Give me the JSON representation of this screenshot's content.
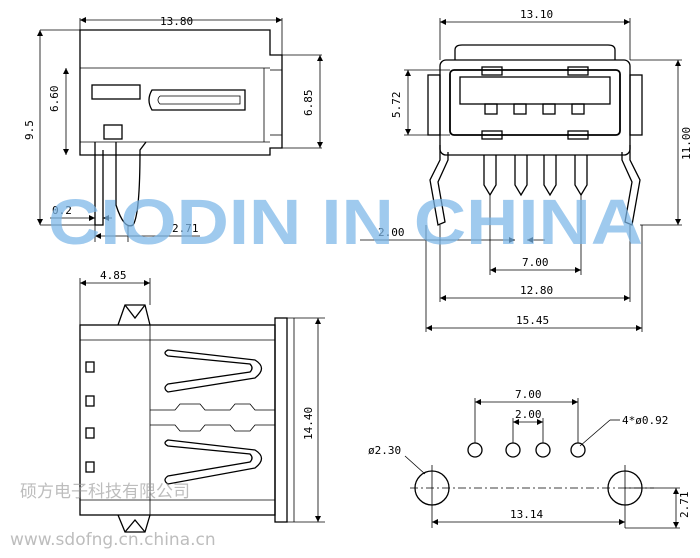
{
  "dimensions": {
    "side_width": "13.80",
    "side_total_height": "9.5",
    "side_body_height": "6.60",
    "side_flange_height": "6.85",
    "side_offset": "0.2",
    "side_pin_spacing": "2.71",
    "front_body_width": "13.10",
    "front_port_height": "5.72",
    "front_total_height": "11.00",
    "front_pin_pitch": "2.00",
    "front_pin_span": "7.00",
    "front_leg_span": "12.80",
    "front_total_width": "15.45",
    "top_shell_depth": "4.85",
    "top_length": "14.40",
    "pcb_pin_span": "7.00",
    "pcb_pin_pitch": "2.00",
    "pcb_pin_hole": "4*ø0.92",
    "pcb_mount_hole": "ø2.30",
    "pcb_mount_span": "13.14",
    "pcb_mount_offset": "2.71"
  },
  "watermark": {
    "main": "CIODIN IN CHINA",
    "company": "硕方电子科技有限公司",
    "website": "www.sdofng.cn.china.cn"
  }
}
